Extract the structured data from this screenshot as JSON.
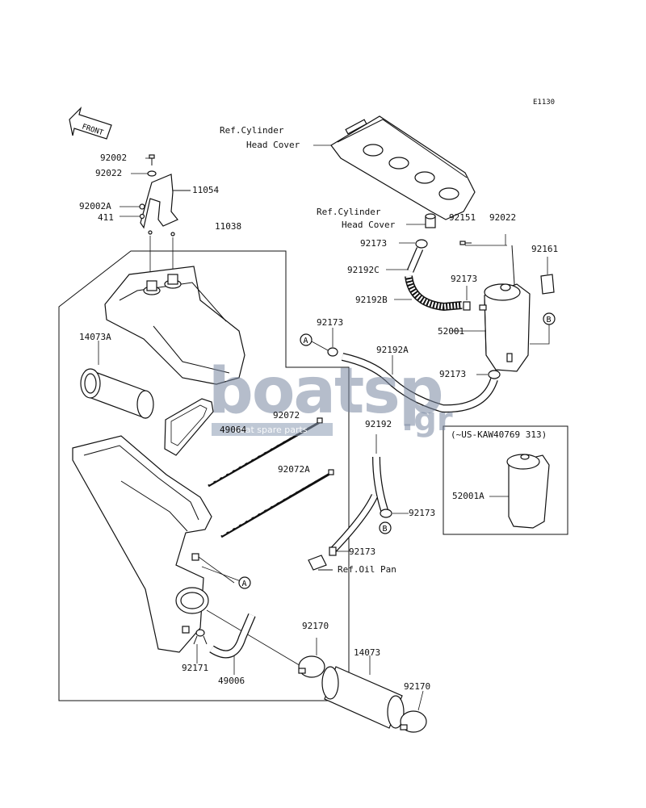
{
  "diagram_id": "E1130",
  "front_label": "FRONT",
  "refs": {
    "cyl_head_1": [
      "Ref.Cylinder",
      "Head Cover"
    ],
    "cyl_head_2": [
      "Ref.Cylinder",
      "Head Cover"
    ],
    "oil_pan": "Ref.Oil Pan"
  },
  "inset_title": "(~US-KAW40769 313)",
  "markers": {
    "a": "A",
    "b": "B"
  },
  "watermark": {
    "main": "boatsp",
    "suffix": ".gr",
    "sub": "boat spare parts"
  },
  "parts": {
    "p92002": "92002",
    "p92022_left": "92022",
    "p92002A": "92002A",
    "p411": "411",
    "p11054": "11054",
    "p11038": "11038",
    "p14073A": "14073A",
    "p49064": "49064",
    "p92072": "92072",
    "p92072A": "92072A",
    "p92171": "92171",
    "p49006": "49006",
    "p92170_a": "92170",
    "p14073": "14073",
    "p92170_b": "92170",
    "p92173_a": "92173",
    "p92192C": "92192C",
    "p92192B": "92192B",
    "p92151": "92151",
    "p92022_right": "92022",
    "p92161": "92161",
    "p92173_b": "92173",
    "p52001": "52001",
    "p92173_c": "92173",
    "p92192A": "92192A",
    "p92173_d": "92173",
    "p92192": "92192",
    "p92173_e": "92173",
    "p92173_f": "92173",
    "p52001A": "52001A"
  }
}
